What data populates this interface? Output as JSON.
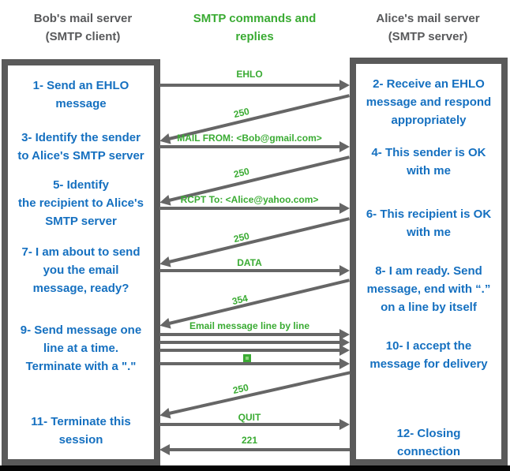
{
  "colors": {
    "step_text_blue": "#1570c0",
    "command_green": "#3aab33",
    "box_border_gray": "#5a5a5a",
    "header_gray": "#58595b",
    "arrow_gray": "#666666",
    "bottom_bar_black": "#050505"
  },
  "headers": {
    "client": {
      "line1": "Bob's mail server",
      "line2": "(SMTP client)"
    },
    "center": {
      "line1": "SMTP commands and",
      "line2": "replies"
    },
    "server": {
      "line1": "Alice's mail server",
      "line2": "(SMTP server)"
    }
  },
  "client": {
    "steps": [
      {
        "text": "1- Send an EHLO\nmessage"
      },
      {
        "text": "3- Identify the sender\nto Alice's SMTP server"
      },
      {
        "text": "5- Identify\nthe recipient to Alice's\nSMTP server"
      },
      {
        "text": "7- I am about to send\nyou the email\nmessage, ready?"
      },
      {
        "text": "9- Send message one\nline at a time.\nTerminate with a \".\""
      },
      {
        "text": "11- Terminate this\nsession"
      }
    ]
  },
  "server": {
    "steps": [
      {
        "text": "2- Receive an EHLO\nmessage and respond\nappropriately"
      },
      {
        "text": "4- This sender is OK\nwith me"
      },
      {
        "text": "6- This recipient is OK\nwith me"
      },
      {
        "text": "8-  I am ready. Send\nmessage, end with “.”\non a line by itself"
      },
      {
        "text": "10-  I accept the\nmessage for delivery"
      },
      {
        "text": "12-  Closing\nconnection"
      }
    ]
  },
  "messages": [
    {
      "label": "EHLO",
      "direction": "right"
    },
    {
      "label": "250",
      "direction": "left"
    },
    {
      "label": "MAIL FROM: <Bob@gmail.com>",
      "direction": "right"
    },
    {
      "label": "250",
      "direction": "left"
    },
    {
      "label": "RCPT To: <Alice@yahoo.com>",
      "direction": "right"
    },
    {
      "label": "250",
      "direction": "left"
    },
    {
      "label": "DATA",
      "direction": "right"
    },
    {
      "label": "354",
      "direction": "left"
    },
    {
      "label": "Email message line by line",
      "direction": "right",
      "arrow_count": 3
    },
    {
      "label": "",
      "symbol": "green-square-dot",
      "direction": "right"
    },
    {
      "label": "250",
      "direction": "left"
    },
    {
      "label": "QUIT",
      "direction": "right"
    },
    {
      "label": "221",
      "direction": "left"
    }
  ]
}
